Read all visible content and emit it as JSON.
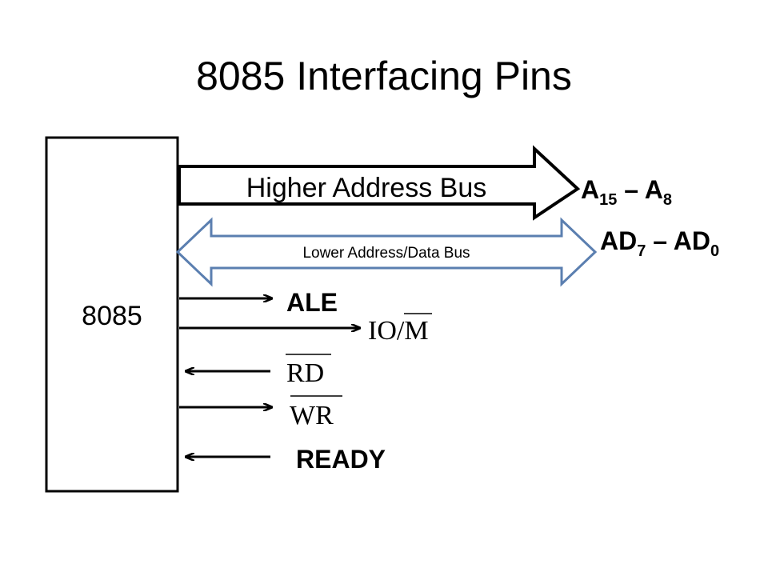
{
  "title": "8085 Interfacing Pins",
  "chip": {
    "label": "8085"
  },
  "buses": {
    "higher": {
      "label": "Higher Address Bus",
      "pin_main": "A",
      "pin_sub1": "15",
      "pin_sep": " – A",
      "pin_sub2": "8"
    },
    "lower": {
      "label": "Lower Address/Data Bus",
      "pin_main": "AD",
      "pin_sub1": "7",
      "pin_sep": " – AD",
      "pin_sub2": "0"
    }
  },
  "signals": {
    "ale": "ALE",
    "io_m": {
      "io": "IO/",
      "m": "M"
    },
    "rd": "RD",
    "wr": "WR",
    "ready": "READY"
  },
  "colors": {
    "lower_bus_outline": "#5b7fb0",
    "line": "#000000"
  }
}
